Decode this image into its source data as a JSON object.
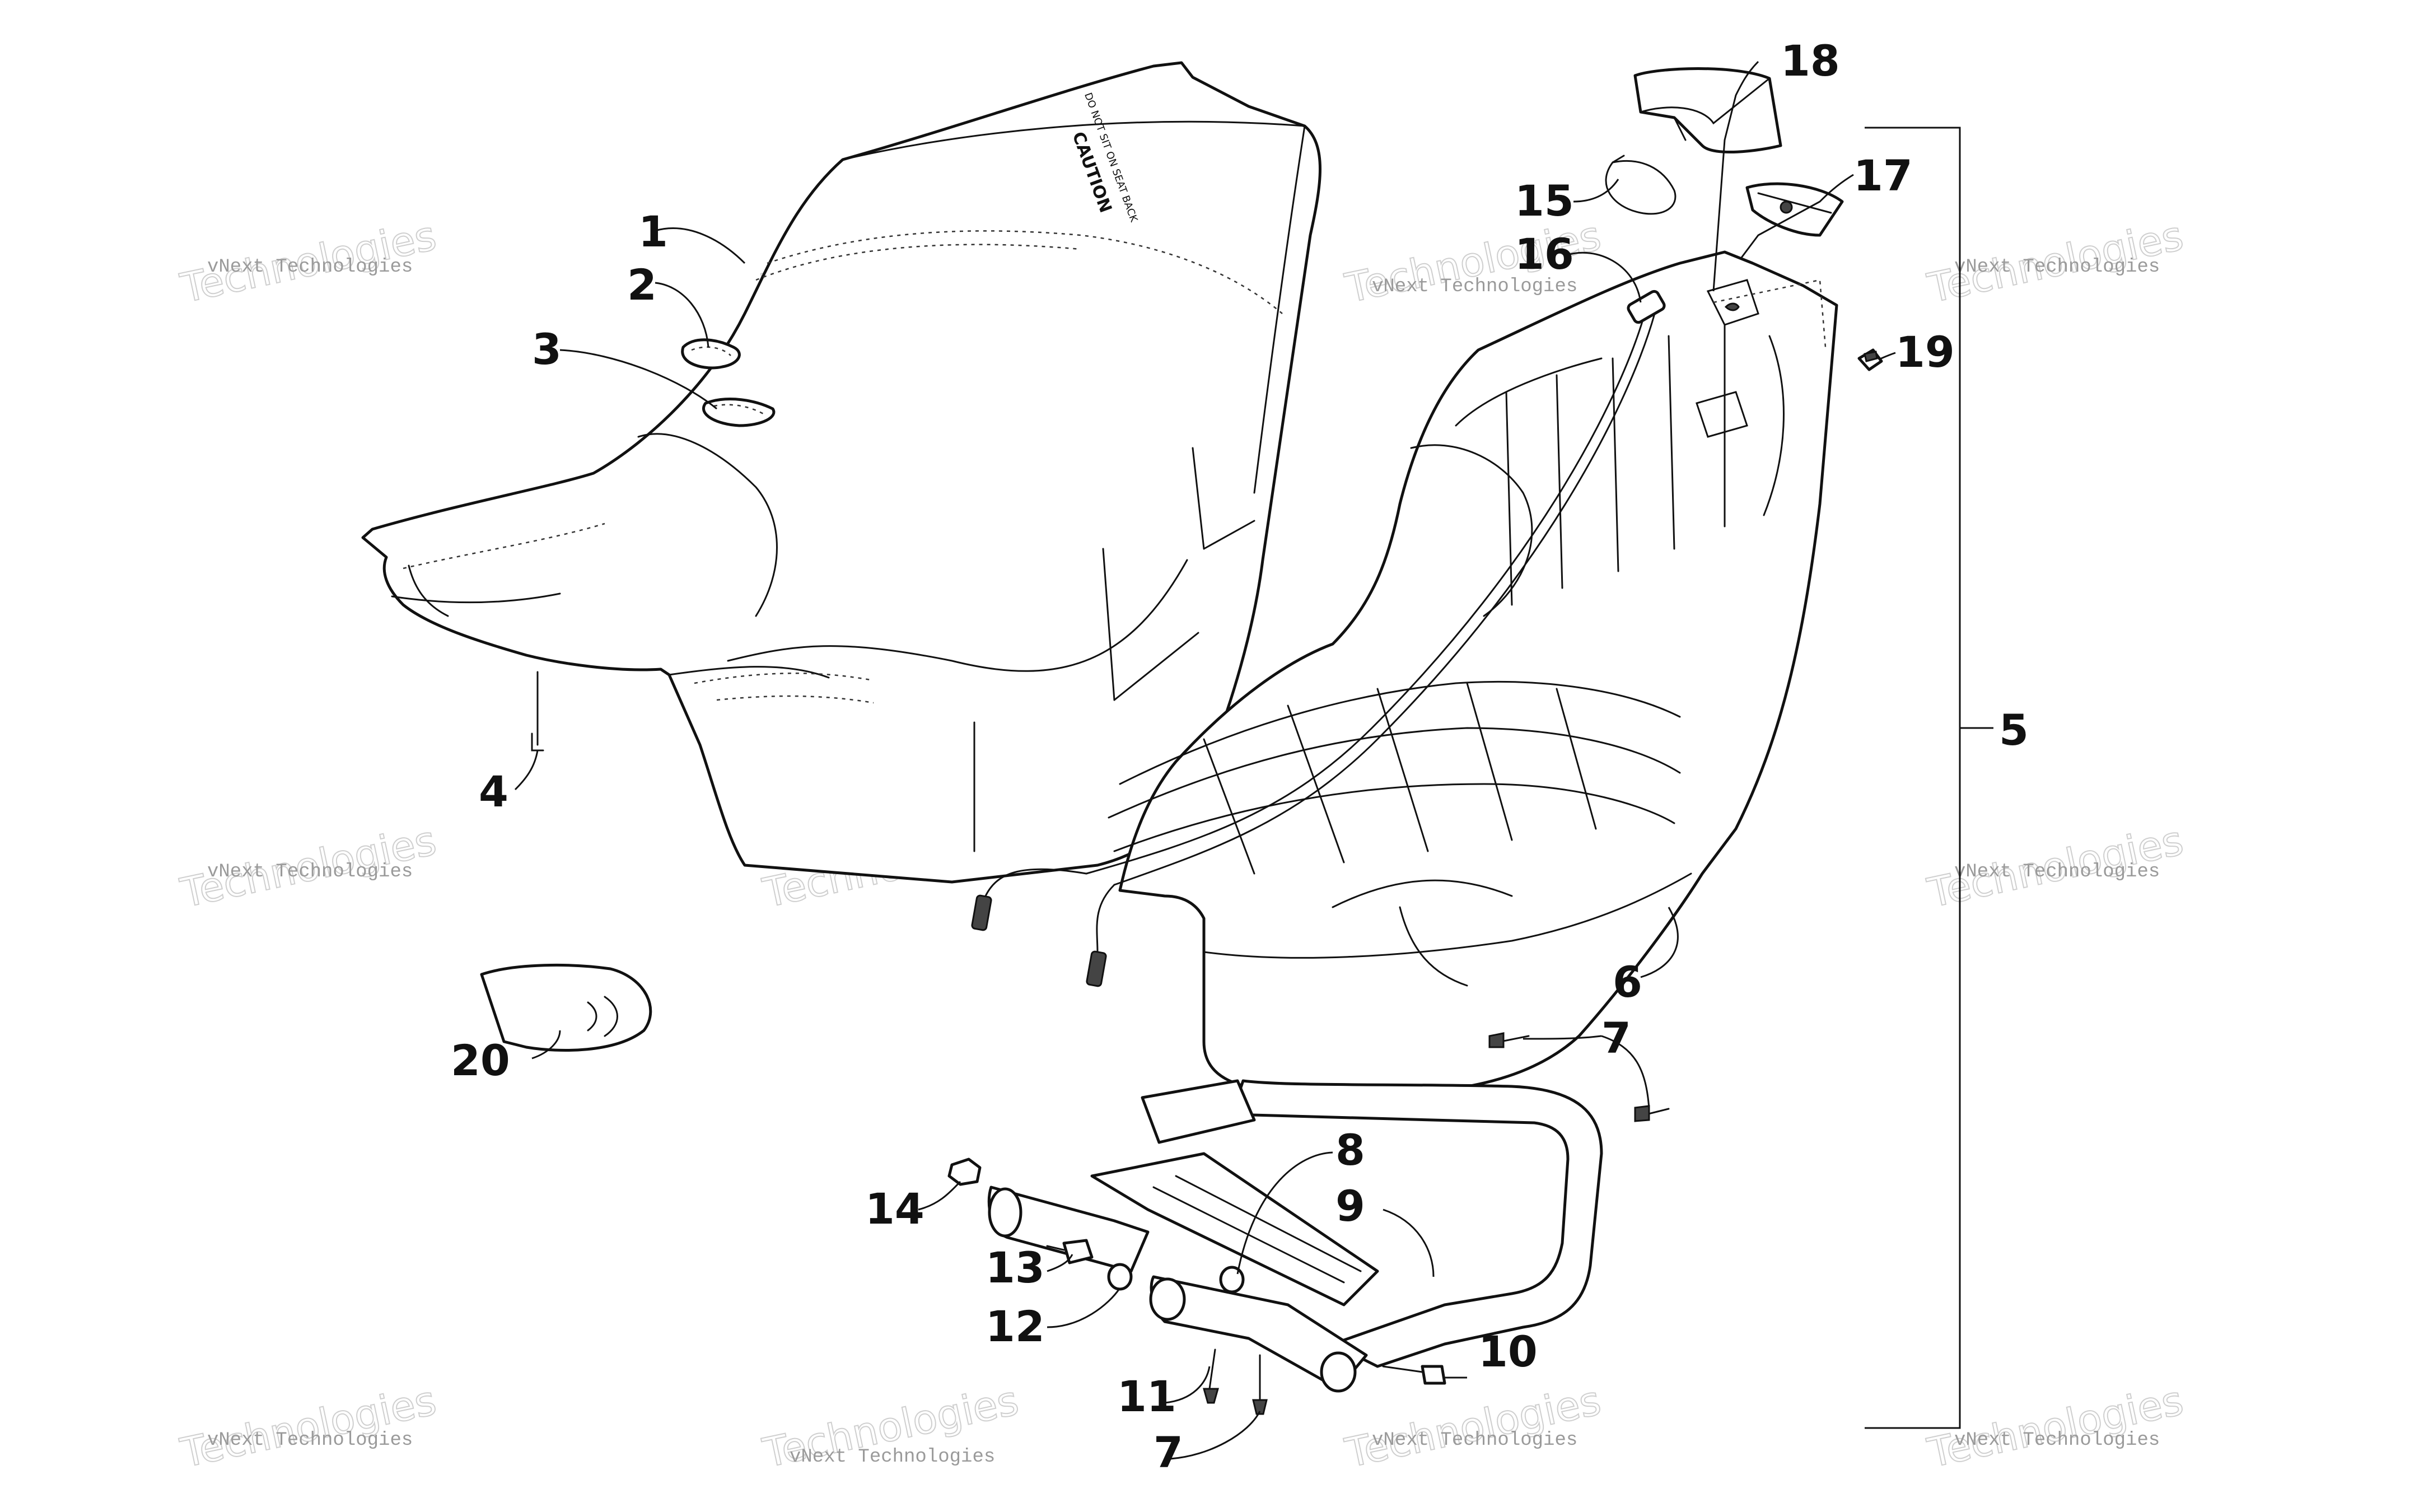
{
  "callouts": {
    "c1": "1",
    "c2": "2",
    "c3": "3",
    "c4": "4",
    "c5": "5",
    "c6": "6",
    "c7a": "7",
    "c7b": "7",
    "c8": "8",
    "c9": "9",
    "c10": "10",
    "c11": "11",
    "c12": "12",
    "c13": "13",
    "c14": "14",
    "c15": "15",
    "c16": "16",
    "c17": "17",
    "c18": "18",
    "c19": "19",
    "c20": "20"
  },
  "watermark": {
    "brand": "vNext",
    "text": "vNext Technologies",
    "big": "Technologies"
  },
  "seat_label": {
    "title": "CAUTION",
    "line1": "DO NOT SIT ON SEAT BACK"
  }
}
